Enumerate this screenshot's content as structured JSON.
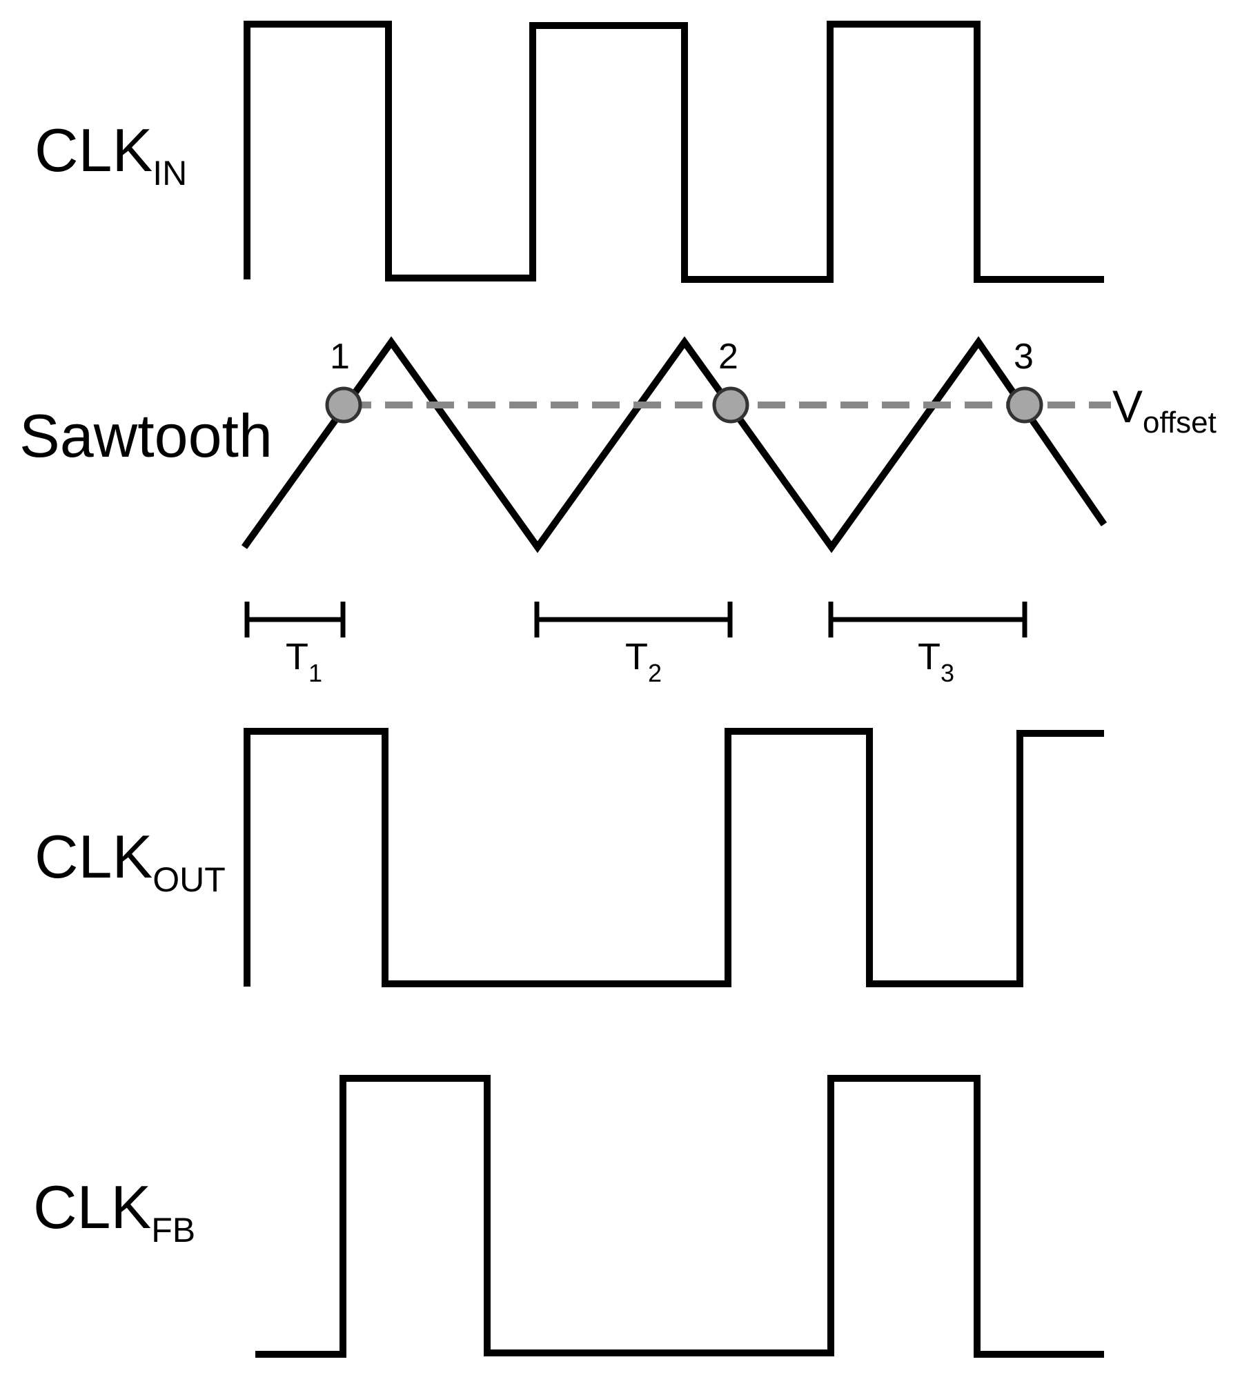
{
  "signals": {
    "clk_in": {
      "main": "CLK",
      "sub": "IN"
    },
    "sawtooth": {
      "main": "Sawtooth"
    },
    "clk_out": {
      "main": "CLK",
      "sub": "OUT"
    },
    "clk_fb": {
      "main": "CLK",
      "sub": "FB"
    }
  },
  "markers": [
    "1",
    "2",
    "3"
  ],
  "intervals": [
    {
      "main": "T",
      "sub": "1"
    },
    {
      "main": "T",
      "sub": "2"
    },
    {
      "main": "T",
      "sub": "3"
    }
  ],
  "offset_label": {
    "main": "V",
    "sub": "offset"
  },
  "colors": {
    "trace": "#000000",
    "offset_line": "#888888",
    "marker_fill": "#a6a6a6",
    "marker_stroke": "#333333"
  }
}
